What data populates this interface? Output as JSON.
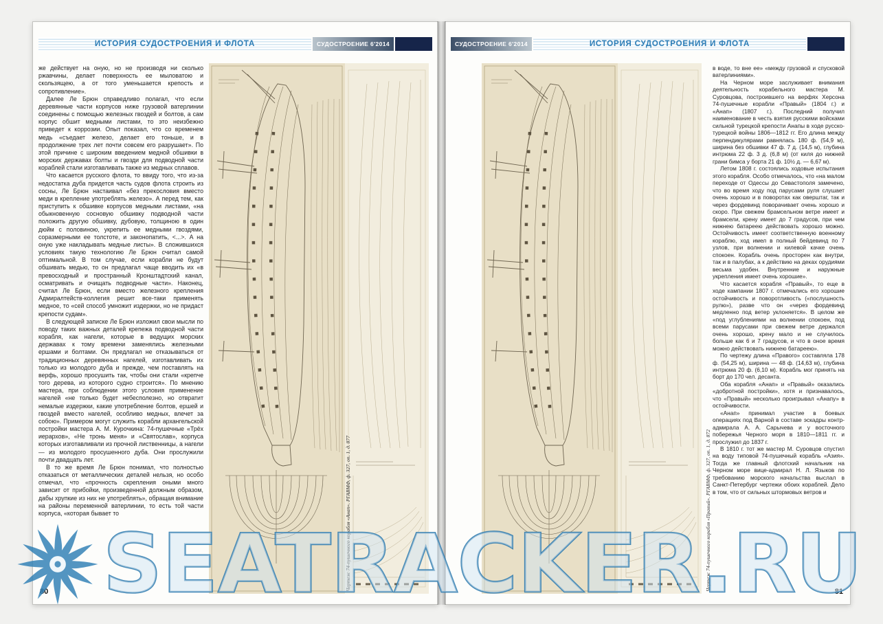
{
  "watermark": {
    "text": "SEATRACKER.RU",
    "accent_color": "#2a78ad"
  },
  "left_page": {
    "page_number": "80",
    "header": {
      "section": "ИСТОРИЯ СУДОСТРОЕНИЯ И ФЛОТА",
      "journal": "СУДОСТРОЕНИЕ 6'2014"
    },
    "caption": "Чертеж 74-пушечного корабля «Анап». РГАВМФ, ф. 327, оп. 1, д. 877",
    "paragraphs": [
      "же действует на оную, но не производя ни сколько ржавчины, делает поверхность ее мыловатою и скользящею, а от того уменьшается крепость и сопротивление».",
      "Далее Ле Брюн справедливо полагал, что если деревянные части корпусов ниже грузовой ватерлинии соединены с помощью железных гвоздей и болтов, а сам корпус обшит медными листами, то это неизбежно приведет к коррозии. Опыт показал, что со временем медь «съедает железо, делает его тоньше, и в продолжение трех лет почти совсем его разрушает». По этой причине с широким введением медной обшивки в морских державах болты и гвозди для подводной части кораблей стали изготавливать также из медных сплавов.",
      "Что касается русского флота, то ввиду того, что из-за недостатка дуба придется часть судов флота строить из сосны, Ле Брюн настаивал «без прекословия вместо меди в крепление употреблять железо». А перед тем, как приступить к обшивке корпусов медными листами, «на обыкновенную сосновую обшивку подводной части положить другую обшивку, дубовую, толщиною в один дюйм с половиною, укрепить ее медными гвоздями, соразмерными ее толстоте, и законопатить, <...>. А на оную уже накладывать медные листы». В сложившихся условиях такую технологию Ле Брюн считал самой оптимальной. В том случае, если корабли не будут обшивать медью, то он предлагал чаще вводить их «в превосходный и пространный Кронштадтский канал, осматривать и очищать подводные части». Наконец, считал Ле Брюн, если вместо железного крепления Адмиралтейств-коллегия решит все-таки применять медное, то «сей способ умножит издержки, но не придаст крепости судам».",
      "В следующей записке Ле Брюн изложил свои мысли по поводу таких важных деталей крепежа подводной части корабля, как нагели, которые в ведущих морских державах к тому времени заменялись железными ершами и болтами. Он предлагал не отказываться от традиционных деревянных нагелей, изготавливать их только из молодого дуба и прежде, чем поставлять на верфь, хорошо просушить так, чтобы они стали «крепче того дерева, из которого судно строится». По мнению мастера, при соблюдении этого условия применение нагелей «не только будет небесполезно, но отвратит немалые издержки, какие употребление болтов, ершей и гвоздей вместо нагелей, особливо медных, влечет за собою». Примером могут служить корабли архангельской постройки мастера А. М. Курочкина: 74-пушечные «Трёх иерархов», «Не тронь меня» и «Святослав», корпуса которых изготавливали из прочной лиственницы, а нагели — из молодого просушенного дуба. Они прослужили почти двадцать лет.",
      "В то же время Ле Брюн понимал, что полностью отказаться от металлических деталей нельзя, но особо отмечал, что «прочность скрепления оными много зависит от прибойки, произведенной должным образом, дабы хрупкие из них не употреблять», обращая внимание на районы переменной ватерлинии, то есть той части корпуса, «которая бывает то"
    ]
  },
  "right_page": {
    "page_number": "81",
    "header": {
      "section": "ИСТОРИЯ СУДОСТРОЕНИЯ И ФЛОТА",
      "journal": "СУДОСТРОЕНИЕ 6'2014"
    },
    "caption": "Чертеж 74-пушечного корабля «Правый». РГАВМФ, ф. 327, оп. 1, д. 872",
    "paragraphs": [
      "в воде, то вне ее» «между грузовой и спусковой ватерлиниями».",
      "На Черном море заслуживает внимания деятельность корабельного мастера М. Суровцова, построившего на верфях Херсона 74-пушечные корабли «Правый» (1804 г.) и «Анап» (1807 г.). Последний получил наименование в честь взятия русскими войсками сильной турецкой крепости Анапы в ходе русско-турецкой войны 1806—1812 гг. Его длина между перпендикулярами равнялась 180 ф. (54,9 м), ширина без обшивки 47 ф. 7 д. (14,5 м), глубина интрюма 22 ф. 3 д. (6,8 м) (от киля до нижней грани бимса у борта 21 ф. 10½ д. — 6,67 м).",
      "Летом 1808 г. состоялись ходовые испытания этого корабля. Особо отмечалось, что «на малом переходе от Одессы до Севастополя замечено, что во время ходу под парусами руля слушает очень хорошо и в поворотах как оверштаг, так и через фордевинд поворачивает очень хорошо и скоро. При свежем брамсельном ветре имеет и брамсели, крену имеет до 7 градусов, при чем нижнею батареею действовать хорошо можно. Остойчивость имеет соответственную военному кораблю, ход имел в полный бейдевинд по 7 узлов, при волнении и килевой качке очень спокоен. Корабль очень просторен как внутри, так и в палубах, а к действию на деках орудиями весьма удобен. Внутренние и наружные укрепления имеет очень хорошие».",
      "Что касается корабля «Правый», то еще в ходе кампании 1807 г. отмечались его хорошие остойчивость и поворотливость («послушность рулю»), разве что он «через фордевинд медленно под ветер уклоняется». В целом же «под углублениями на волнении спокоен, под всеми парусами при свежем ветре держался очень хорошо, крену мало и не случилось больше как 6 и 7 градусов, и что в оное время можно действовать нижнею батареею».",
      "По чертежу длина «Правого» составляла 178 ф. (54,25 м), ширина — 48 ф. (14,63 м), глубина интрюма 20 ф. (6,10 м). Корабль мог принять на борт до 170 чел. десанта.",
      "Оба корабля «Анап» и «Правый» оказались «добротной постройки», хотя и признавалось, что «Правый» несколько проигрывал «Анапу» в остойчивости.",
      "«Анап» принимал участие в боевых операциях под Варной в составе эскадры контр-адмирала А. А. Сарычева и у восточного побережья Черного моря в 1810—1811 гг. и прослужил до 1837 г.",
      "В 1810 г. тот же мастер М. Суровцов спустил на воду типовой 74-пушечный корабль «Азия». Тогда же главный флотский начальник на Черном море вице-адмирал Н. Л. Языков по требованию морского начальства выслал в Санкт-Петербург чертежи обоих кораблей. Дело в том, что от сильных штормовых ветров и"
    ]
  }
}
